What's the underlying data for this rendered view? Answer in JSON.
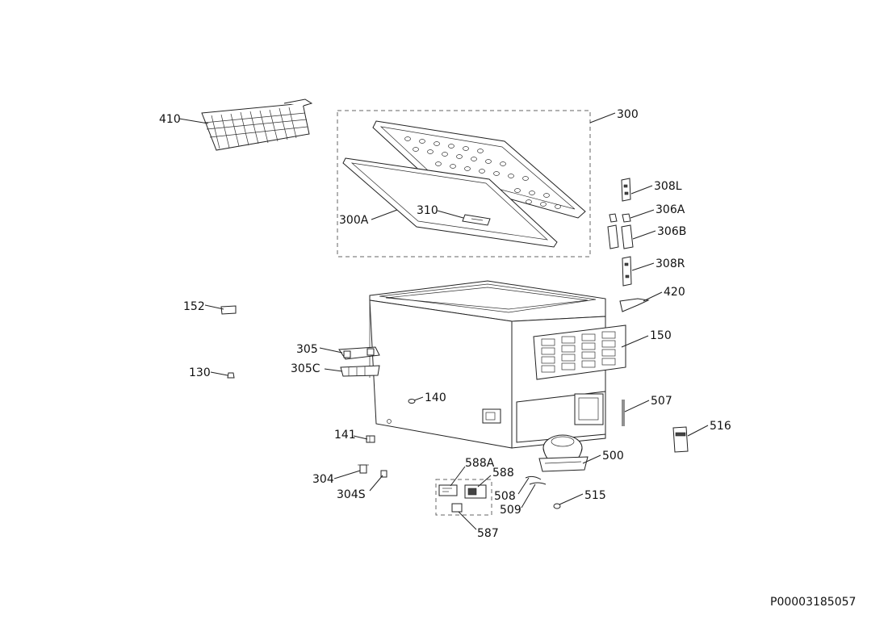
{
  "diagram": {
    "reference_code": "P00003185057",
    "labels": {
      "l410": "410",
      "l300": "300",
      "l300A": "300A",
      "l310": "310",
      "l308L": "308L",
      "l306A": "306A",
      "l306B": "306B",
      "l308R": "308R",
      "l420": "420",
      "l150": "150",
      "l152": "152",
      "l305": "305",
      "l305C": "305C",
      "l130": "130",
      "l140": "140",
      "l507": "507",
      "l516": "516",
      "l141": "141",
      "l500": "500",
      "l588A": "588A",
      "l588": "588",
      "l304": "304",
      "l304S": "304S",
      "l508": "508",
      "l509": "509",
      "l515": "515",
      "l587": "587"
    }
  }
}
